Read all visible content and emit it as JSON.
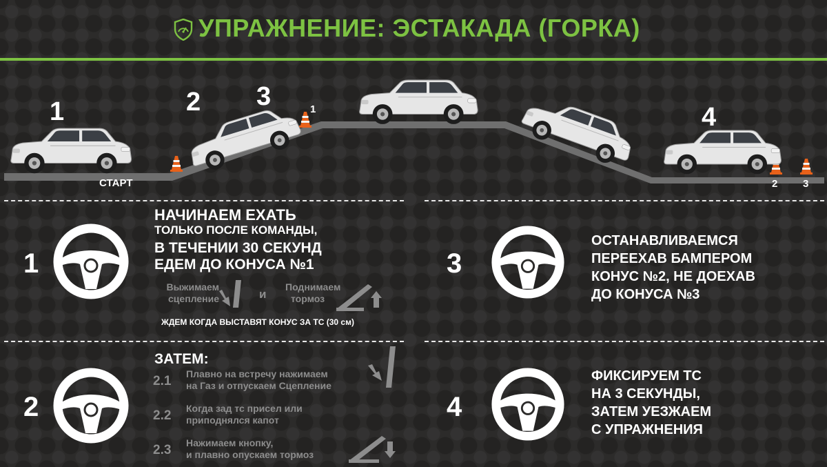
{
  "header": {
    "title": "УПРАЖНЕНИЕ: ЭСТАКАДА (ГОРКА)",
    "icon": "shield-speedometer-icon",
    "accent_color": "#7dc242"
  },
  "scene": {
    "positions": [
      "1",
      "2",
      "3",
      "4"
    ],
    "start_label": "СТАРТ",
    "cone_labels": [
      "1",
      "2",
      "3"
    ],
    "cone_color": "#e8611a",
    "road_color": "#6f6f6f"
  },
  "step1": {
    "number": "1",
    "lines": [
      "НАЧИНАЕМ ЕХАТЬ",
      "ТОЛЬКО ПОСЛЕ КОМАНДЫ,",
      "В ТЕЧЕНИИ 30 СЕКУНД",
      "ЕДЕМ ДО КОНУСА №1"
    ],
    "clutch_note": [
      "Выжимаем",
      "сцепление"
    ],
    "and": "и",
    "brake_note": [
      "Поднимаем",
      "тормоз"
    ],
    "wait_note": "ЖДЕМ КОГДА ВЫСТАВЯТ КОНУС ЗА ТС (30 см)"
  },
  "step2": {
    "number": "2",
    "heading": "ЗАТЕМ:",
    "substeps": [
      {
        "num": "2.1",
        "lines": [
          "Плавно на встречу нажимаем",
          "на Газ и отпускаем Сцепление"
        ]
      },
      {
        "num": "2.2",
        "lines": [
          "Когда зад тс присел или",
          "приподнялся капот"
        ]
      },
      {
        "num": "2.3",
        "lines": [
          "Нажимаем кнопку,",
          "и плавно опускаем тормоз"
        ]
      }
    ]
  },
  "step3": {
    "number": "3",
    "lines": [
      "ОСТАНАВЛИВАЕМСЯ",
      "ПЕРЕЕХАВ БАМПЕРОМ",
      "КОНУС №2,  НЕ ДОЕХАВ",
      "ДО КОНУСА №3"
    ]
  },
  "step4": {
    "number": "4",
    "lines": [
      "ФИКСИРУЕМ ТС",
      "НА 3 СЕКУНДЫ,",
      "ЗАТЕМ УЕЗЖАЕМ",
      "С УПРАЖНЕНИЯ"
    ]
  }
}
